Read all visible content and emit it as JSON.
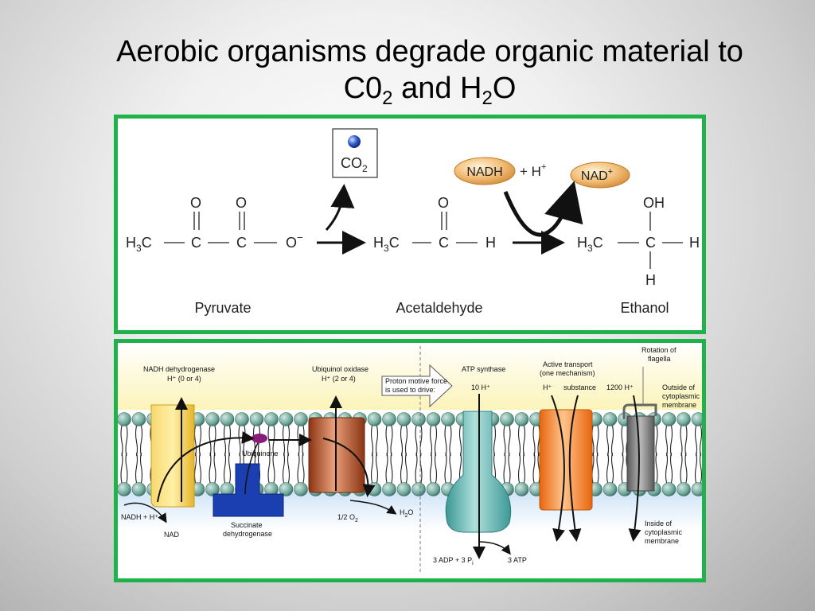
{
  "title": {
    "line1": "Aerobic organisms degrade organic material to",
    "line2_prefix": "C0",
    "line2_sub1": "2",
    "line2_mid": " and H",
    "line2_sub2": "2",
    "line2_suffix": "O"
  },
  "fermentation": {
    "co2": {
      "label": "CO",
      "sub": "2"
    },
    "nadh": {
      "label": "NADH",
      "proton": "+ H",
      "proton_sup": "+"
    },
    "nad": {
      "label": "NAD",
      "sup": "+"
    },
    "pyruvate": {
      "name": "Pyruvate",
      "o": "O",
      "ominus": "O",
      "minus": "−",
      "h3c": "H",
      "h3c_sub": "3",
      "c": "C"
    },
    "acetaldehyde": {
      "name": "Acetaldehyde",
      "h3c": "H",
      "h3c_sub": "3",
      "c": "C",
      "o": "O",
      "h": "H"
    },
    "ethanol": {
      "name": "Ethanol",
      "h3c": "H",
      "h3c_sub": "3",
      "c": "C",
      "oh": "OH",
      "h": "H"
    }
  },
  "membrane": {
    "nadh_dehydrogenase": "NADH dehydrogenase",
    "h_0_or_4": "H⁺ (0 or 4)",
    "ubiquinol_oxidase": "Ubiquinol oxidase",
    "h_2_or_4": "H⁺ (2 or 4)",
    "pmf_line1": "Proton motive force",
    "pmf_line2": "is used to drive:",
    "atp_synthase": "ATP synthase",
    "h10": "10 H⁺",
    "active_transport_line1": "Active transport",
    "active_transport_line2": "(one mechanism)",
    "h_plus": "H⁺",
    "substance": "substance",
    "rotation_line1": "Rotation of",
    "rotation_line2": "flagella",
    "h1200": "1200 H⁺",
    "outside_line1": "Outside of",
    "outside_line2": "cytoplasmic",
    "outside_line3": "membrane",
    "ubiquinone": "Ubiquinone",
    "nadh_h": "NADH + H⁺",
    "nad": "NAD",
    "succinate_line1": "Succinate",
    "succinate_line2": "dehydrogenase",
    "half_o2": "1/2 O",
    "half_o2_sub": "2",
    "h2o_h": "H",
    "h2o_sub": "2",
    "h2o_o": "O",
    "adp": "3 ADP + 3 P",
    "adp_sub": "i",
    "atp": "3 ATP",
    "inside_line1": "Inside of",
    "inside_line2": "cytoplasmic",
    "inside_line3": "membrane"
  },
  "colors": {
    "border": "#1fb14a",
    "nadh_dehydrogenase": "#f3c53a",
    "succinate_dehydrogenase": "#1b3fb0",
    "ubiquinol_oxidase": "#a8431d",
    "atp_synthase": "#4fb3b0",
    "active_transport": "#f07d1a",
    "flagella": "#7a7a7a",
    "ubiquinone": "#8a1c7c",
    "lipid_head": "#6fa69a"
  }
}
